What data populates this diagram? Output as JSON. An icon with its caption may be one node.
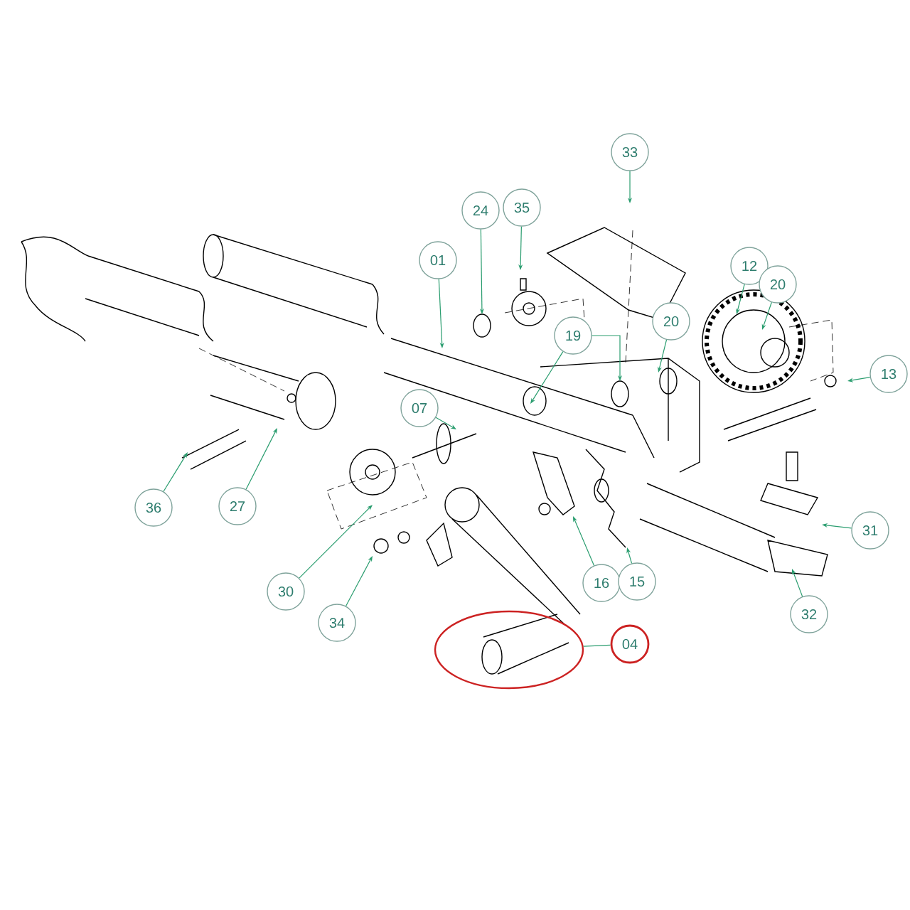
{
  "diagram": {
    "nodes": [
      {
        "text": [
          "33"
        ]
      },
      {
        "text": [
          "24"
        ]
      },
      {
        "text": [
          "35"
        ]
      },
      {
        "text": [
          "01"
        ]
      },
      {
        "text": [
          "12"
        ]
      },
      {
        "text": [
          "20"
        ]
      },
      {
        "text": [
          "19"
        ]
      },
      {
        "text": [
          "20"
        ]
      },
      {
        "text": [
          "13"
        ]
      },
      {
        "text": [
          "07"
        ]
      },
      {
        "text": [
          "31"
        ]
      },
      {
        "text": [
          "36"
        ]
      },
      {
        "text": [
          "27"
        ]
      },
      {
        "text": [
          "16"
        ]
      },
      {
        "text": [
          "15"
        ]
      },
      {
        "text": [
          "30"
        ]
      },
      {
        "text": [
          "32"
        ]
      },
      {
        "text": [
          "34"
        ]
      },
      {
        "text": [
          "04"
        ]
      },
      {
        "text": [],
        "shape": "circle"
      }
    ],
    "edges": [
      {
        "from": 0,
        "to": null,
        "arrow": "to"
      },
      {
        "from": 1,
        "to": null,
        "arrow": "to"
      },
      {
        "from": 2,
        "to": null,
        "arrow": "to"
      },
      {
        "from": 3,
        "to": null,
        "arrow": "to"
      },
      {
        "from": 4,
        "to": null,
        "arrow": "to"
      },
      {
        "from": 5,
        "to": null,
        "arrow": "to"
      },
      {
        "from": 6,
        "to": null,
        "arrow": "to"
      },
      {
        "from": 6,
        "to": null,
        "arrow": "to"
      },
      {
        "from": 7,
        "to": null,
        "arrow": "to"
      },
      {
        "from": 8,
        "to": null,
        "arrow": "to"
      },
      {
        "from": 9,
        "to": null,
        "arrow": "to"
      },
      {
        "from": 10,
        "to": null,
        "arrow": "to"
      },
      {
        "from": 11,
        "to": null,
        "arrow": "to"
      },
      {
        "from": 12,
        "to": null,
        "arrow": "to"
      },
      {
        "from": 13,
        "to": null,
        "arrow": "to"
      },
      {
        "from": 14,
        "to": null,
        "arrow": "to"
      },
      {
        "from": 15,
        "to": null,
        "arrow": "to"
      },
      {
        "from": 16,
        "to": null,
        "arrow": "to"
      },
      {
        "from": 17,
        "to": null,
        "arrow": "to"
      },
      {
        "from": 18,
        "to": 19,
        "arrow": "none"
      }
    ]
  }
}
